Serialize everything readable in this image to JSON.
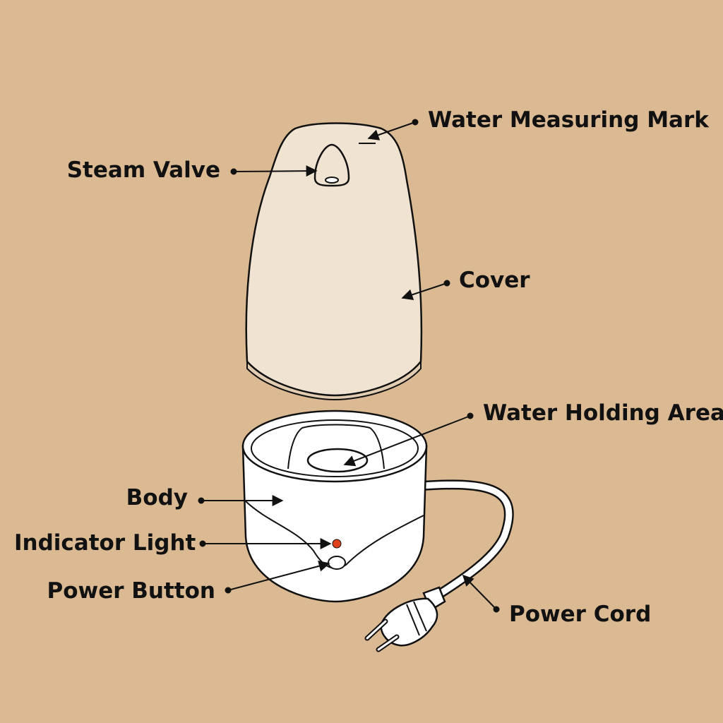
{
  "labels": {
    "water_measuring_mark": "Water Measuring Mark",
    "steam_valve": "Steam Valve",
    "cover": "Cover",
    "water_holding_area": "Water Holding Area",
    "body": "Body",
    "indicator_light": "Indicator Light",
    "power_button": "Power Button",
    "power_cord": "Power Cord"
  },
  "colors": {
    "background": "#dbba93",
    "cover_fill": "#f1e3d1",
    "cover_rim": "#e3cdb2",
    "body_fill": "#ffffff",
    "outline": "#111111",
    "indicator_light": "#e0401c"
  }
}
